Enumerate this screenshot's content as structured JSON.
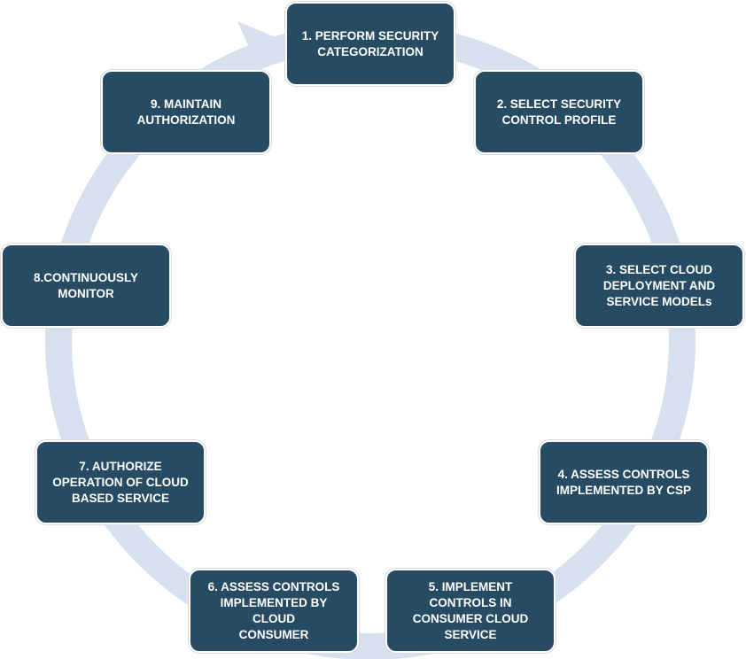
{
  "colors": {
    "box_fill": "#274b63",
    "box_text": "#ffffff",
    "arrow_fill": "#d6e0ef"
  },
  "steps": [
    {
      "label": "1.  PERFORM  SECURITY\nCATEGORIZATION"
    },
    {
      "label": "2. SELECT SECURITY\nCONTROL PROFILE"
    },
    {
      "label": "3. SELECT  CLOUD\nDEPLOYMENT AND\nSERVICE MODELs"
    },
    {
      "label": "4. ASSESS CONTROLS\nIMPLEMENTED BY CSP"
    },
    {
      "label": "5. IMPLEMENT\nCONTROLS IN\nCONSUMER CLOUD\nSERVICE"
    },
    {
      "label": "6. ASSESS CONTROLS\nIMPLEMENTED BY CLOUD\nCONSUMER"
    },
    {
      "label": "7. AUTHORIZE\nOPERATION OF CLOUD\nBASED SERVICE"
    },
    {
      "label": "8.CONTINUOUSLY\nMONITOR"
    },
    {
      "label": "9. MAINTAIN\nAUTHORIZATION"
    }
  ]
}
